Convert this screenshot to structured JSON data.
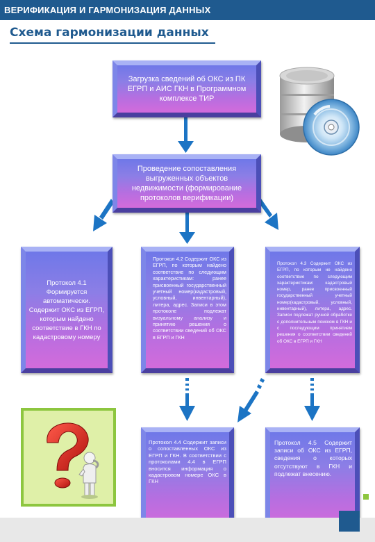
{
  "header": {
    "title": "ВЕРИФИКАЦИЯ И ГАРМОНИЗАЦИЯ ДАННЫХ",
    "subtitle": "Схема гармонизации данных"
  },
  "nodes": {
    "load": "Загрузка сведений об ОКС из ПК ЕГРП и АИС ГКН в Программном комплексе ТИР",
    "compare": "Проведение сопоставления выгруженных объектов недвижимости (формирование протоколов верификации)",
    "p41": "Протокол 4.1 Формируется автоматически. Содержит ОКС из ЕГРП, которым найдено соответствие в ГКН по кадастровому номеру",
    "p42": "Протокол 4.2 Содержит ОКС из ЕГРП, по которым найдено соответствие по следующим характеристикам: ранее присвоенный государственный учетный номер(кадастровый, условный, инвентарный), литера, адрес. Записи в этом протоколе подлежат визуальному анализу и принятию решения о соответствии сведений об ОКС в ЕГРП и ГКН",
    "p43": "Протокол 4.3 Содержит ОКС из ЕГРП, по которым не найдено соответствие по следующим характеристикам: кадастровый номер, ранее присвоенный государственный учетный номер(кадастровый, условный, инвентарный), литера, адрес. Записи подлежат ручной обработке с дополнительным поиском в ГКН и с последующим принятием решения о соответствии сведений об ОКС в ЕГРП и ГКН",
    "p44": "Протокол 4.4 Содержит записи о сопоставленных ОКС из ЕГРП и ГКН. В соответствии с протоколами 4.4 в ЕГРП вносится информация о кадастровом номере ОКС в ГКН",
    "p45": "Протокол 4.5 Содержит записи об ОКС из ЕГРП, сведения о которых отсутствуют в ГКН и подлежат внесению."
  },
  "icons": {
    "database": "database-disc-icon",
    "question": "question-mark-figure-icon"
  },
  "colors": {
    "header_bg": "#1f5a8f",
    "arrow": "#1c74c4",
    "tile_top": "#6f78e8",
    "tile_bottom": "#d36bdb",
    "question_bg": "#dff0a8",
    "question_border": "#8dc63f"
  }
}
